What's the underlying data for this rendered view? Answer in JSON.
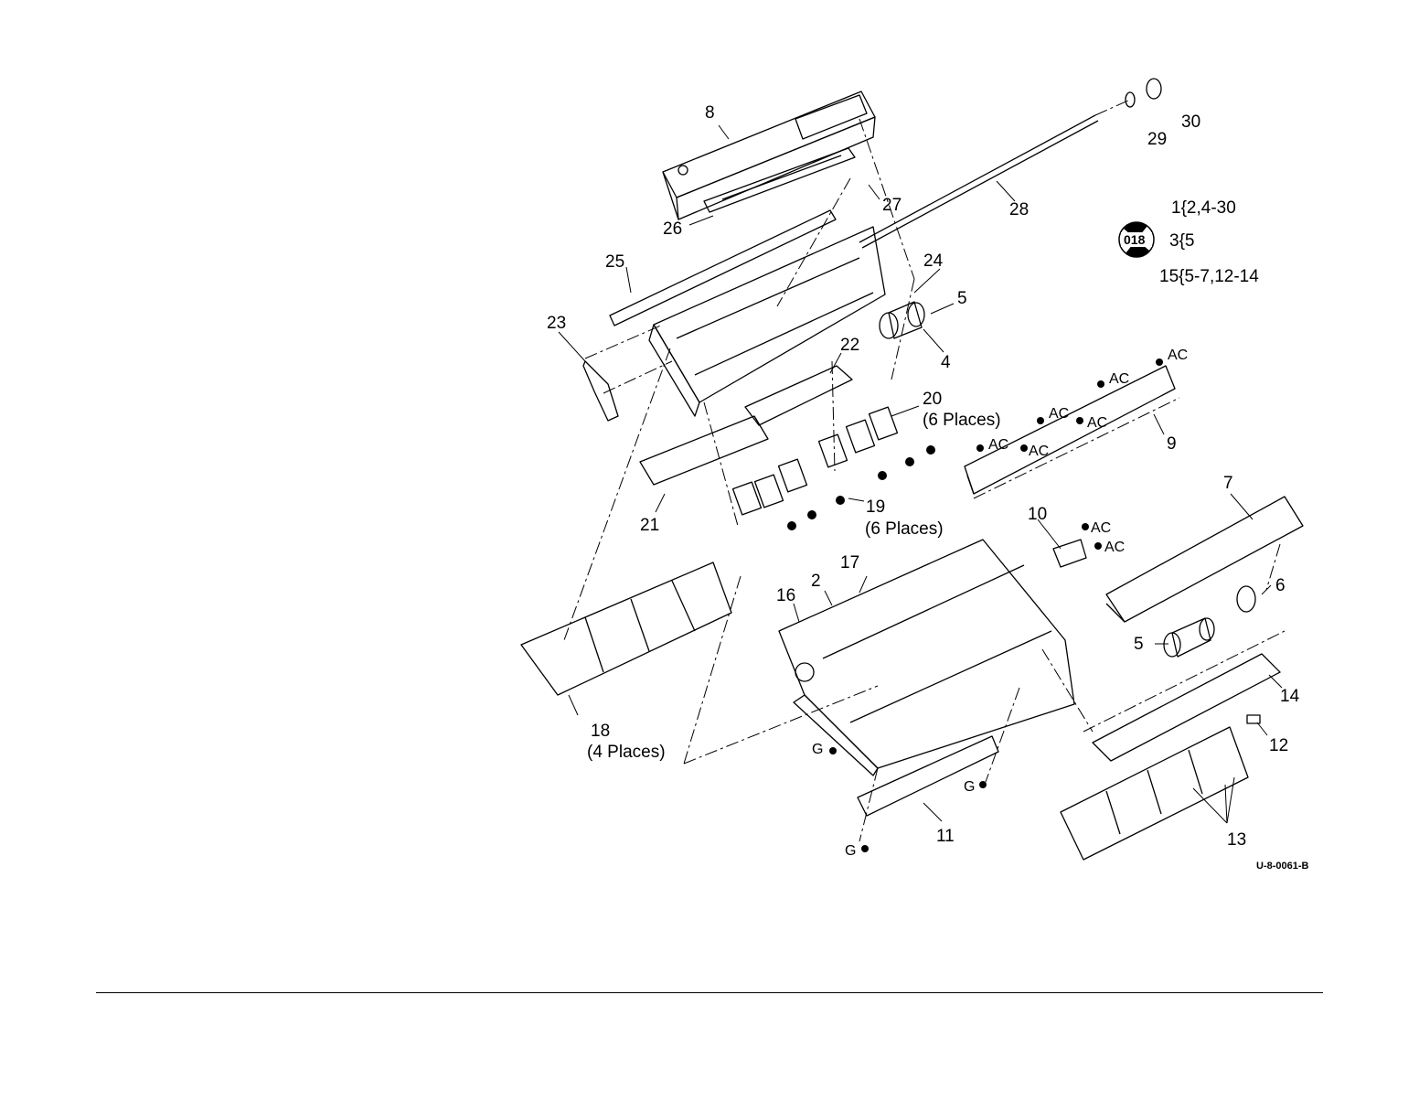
{
  "figure": {
    "drawing_code": "U-8-0061-B",
    "kit_symbol_text": "018",
    "kit_legend": [
      "1{2,4-30",
      "3{5",
      "15{5-7,12-14"
    ]
  },
  "callouts": {
    "c2": "2",
    "c4": "4",
    "c5a": "5",
    "c5b": "5",
    "c6": "6",
    "c7": "7",
    "c8": "8",
    "c9": "9",
    "c10": "10",
    "c11": "11",
    "c12": "12",
    "c13": "13",
    "c14": "14",
    "c16": "16",
    "c17": "17",
    "c18": "18",
    "c18note": "(4 Places)",
    "c19": "19",
    "c19note": "(6 Places)",
    "c20": "20",
    "c20note": "(6 Places)",
    "c21": "21",
    "c22": "22",
    "c23": "23",
    "c24": "24",
    "c25": "25",
    "c26": "26",
    "c27": "27",
    "c28": "28",
    "c29": "29",
    "c30": "30"
  },
  "fastener_marks": {
    "ac": "AC",
    "g": "G"
  }
}
